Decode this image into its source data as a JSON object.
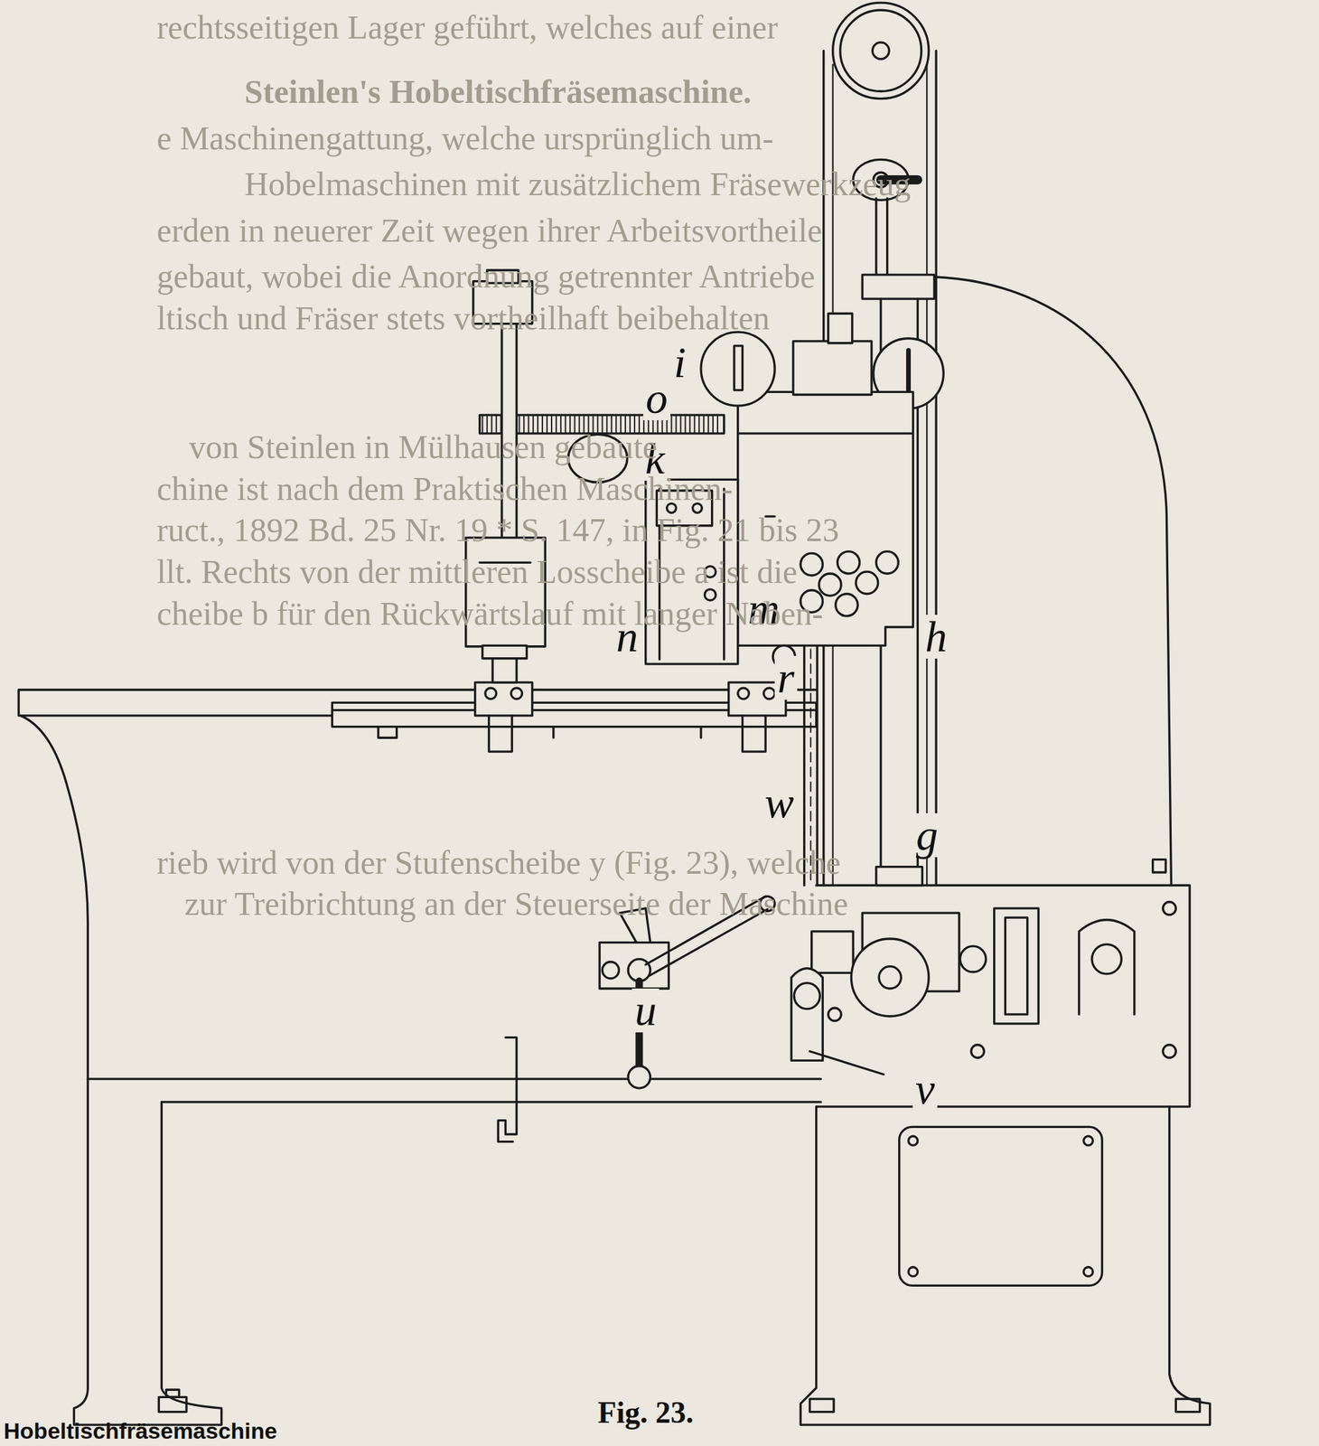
{
  "diagram": {
    "title": "Steinlen's Hobeltischfräsemaschine.",
    "caption": "Fig. 23.",
    "labels": [
      "rechtsseitigen Lager geführt, welches auf einer",
      "e Maschinengattung, welche ursprünglich um-",
      "Hobelmaschinen mit zusätzlichem Fräsewerkzeug",
      "erden in neuerer Zeit wegen ihrer Arbeitsvortheile",
      "gebaut, wobei die Anordnung getrennter Antriebe",
      "ltisch und Fräser stets vortheilhaft beibehalten",
      "i",
      "o",
      "k",
      "von Steinlen in Mülhausen gebaute",
      "chine ist nach dem Praktischen Maschinen-",
      "ruct., 1892 Bd. 25 Nr. 19 * S. 147, in Fig. 21 bis 23",
      "llt. Rechts von der mittleren Losscheibe a ist die",
      "m",
      "n",
      "h",
      "cheibe b für den Rückwärtslauf mit langer Naben-",
      "r",
      "w",
      "g",
      "rieb wird von der Stufenscheibe y (Fig. 23), welche",
      "zur Treibrichtung an der Steuerseite der Maschine",
      "u",
      "v",
      "Hobeltischfräsemaschine"
    ]
  }
}
